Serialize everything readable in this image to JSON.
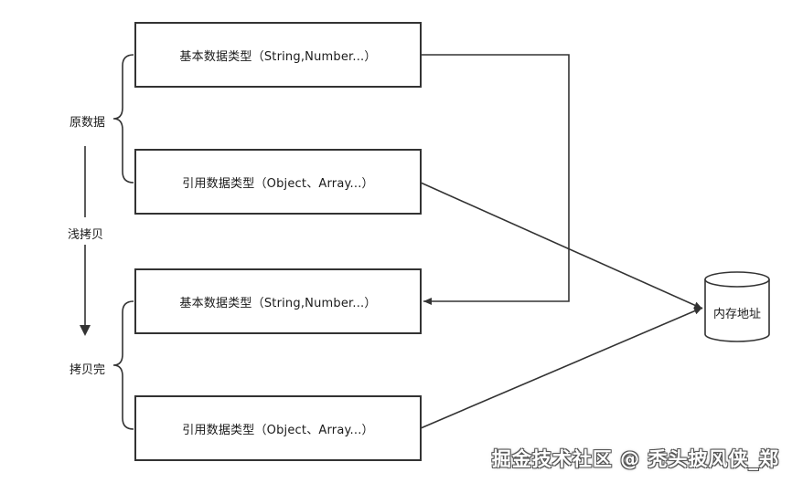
{
  "diagram": {
    "source_group_label": "原数据",
    "copy_label": "浅拷贝",
    "result_group_label": "拷贝完",
    "memory_label": "内存地址",
    "source": {
      "primitive_box": "基本数据类型（String,Number...）",
      "reference_box": "引用数据类型（Object、Array...）"
    },
    "result": {
      "primitive_box": "基本数据类型（String,Number...）",
      "reference_box": "引用数据类型（Object、Array...）"
    }
  },
  "watermark": "掘金技术社区 @ 秃头披风侠_郑",
  "colors": {
    "stroke": "#333333",
    "background": "#ffffff"
  }
}
